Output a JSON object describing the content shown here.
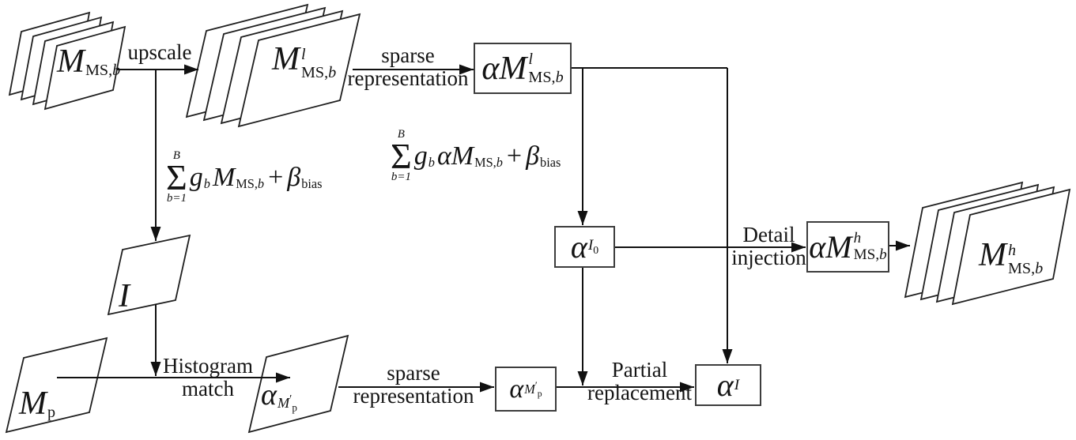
{
  "figure": {
    "background": "#ffffff",
    "ink": "#1a1a1a",
    "box_stroke": "#3d3d3d"
  },
  "nodes": {
    "ms_stack": {
      "base": "M",
      "sub_r": "MS,",
      "sub_i": "b"
    },
    "ms_up_stack": {
      "base": "M",
      "sup": "l",
      "sub_r": "MS,",
      "sub_i": "b"
    },
    "alpha_ms_low_box": {
      "base": "αM",
      "sup": "l",
      "sub_r": "MS,",
      "sub_i": "b"
    },
    "alpha_i0_box": {
      "base": "α",
      "sub": "I",
      "subsub": "0"
    },
    "alpha_ms_high_box": {
      "base": "αM",
      "sup": "h",
      "sub_r": "MS,",
      "sub_i": "b"
    },
    "ms_high_stack": {
      "base": "M",
      "sup": "h",
      "sub_r": "MS,",
      "sub_i": "b"
    },
    "intensity": {
      "base": "I"
    },
    "pan": {
      "base": "M",
      "sub": "p"
    },
    "pan_matched": {
      "base": "α",
      "sub": "M",
      "prime": "′",
      "subsub": "p"
    },
    "alpha_pan_box": {
      "base": "α",
      "sub": "M",
      "prime": "′",
      "subsub": "p"
    },
    "alpha_i_box": {
      "base": "α",
      "sub": "I"
    }
  },
  "edges": {
    "upscale": {
      "label": "upscale"
    },
    "sparse_top": {
      "line1": "sparse",
      "line2": "representation"
    },
    "detail_injection": {
      "line1": "Detail",
      "line2": "injection"
    },
    "histogram_match": {
      "line1": "Histogram",
      "line2": "match"
    },
    "sparse_bottom": {
      "line1": "sparse",
      "line2": "representation"
    },
    "partial_replacement": {
      "line1": "Partial",
      "line2": "replacement"
    }
  },
  "formulas": {
    "intensity_sum": {
      "upper": "B",
      "sigma": "Σ",
      "lower": "b=1",
      "g": "g",
      "g_sub": "b",
      "m": "M",
      "m_sub_r": "MS,",
      "m_sub_i": "b",
      "plus": "+",
      "beta": "β",
      "beta_sub": "bias"
    },
    "alpha_intensity_sum": {
      "upper": "B",
      "sigma": "Σ",
      "lower": "b=1",
      "g": "g",
      "g_sub": "b",
      "m": "αM",
      "m_sub_r": "MS,",
      "m_sub_i": "b",
      "plus": "+",
      "beta": "β",
      "beta_sub": "bias"
    }
  }
}
